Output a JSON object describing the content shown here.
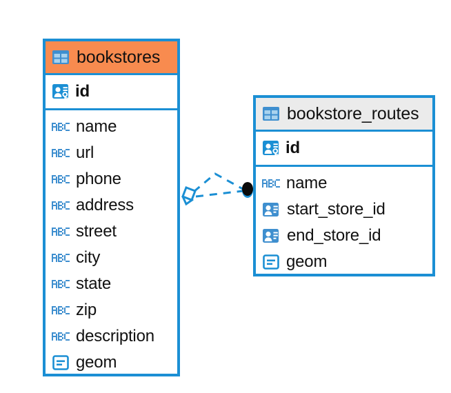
{
  "diagram": {
    "type": "entity-relationship-diagram",
    "background": "#ffffff",
    "accent_color": "#1b8fd4",
    "selected_header_color": "#f88b4f",
    "header_color": "#ebebeb",
    "text_color": "#111111"
  },
  "tables": [
    {
      "name": "bookstores",
      "selected": true,
      "table_icon": "table-icon",
      "primary_key": {
        "label": "id",
        "icon": "primary-key-icon"
      },
      "fields": [
        {
          "label": "name",
          "icon": "text-type-icon"
        },
        {
          "label": "url",
          "icon": "text-type-icon"
        },
        {
          "label": "phone",
          "icon": "text-type-icon"
        },
        {
          "label": "address",
          "icon": "text-type-icon"
        },
        {
          "label": "street",
          "icon": "text-type-icon"
        },
        {
          "label": "city",
          "icon": "text-type-icon"
        },
        {
          "label": "state",
          "icon": "text-type-icon"
        },
        {
          "label": "zip",
          "icon": "text-type-icon"
        },
        {
          "label": "description",
          "icon": "text-type-icon"
        },
        {
          "label": "geom",
          "icon": "geometry-type-icon"
        }
      ]
    },
    {
      "name": "bookstore_routes",
      "selected": false,
      "table_icon": "table-icon",
      "primary_key": {
        "label": "id",
        "icon": "primary-key-icon"
      },
      "fields": [
        {
          "label": "name",
          "icon": "text-type-icon"
        },
        {
          "label": "start_store_id",
          "icon": "foreign-key-icon"
        },
        {
          "label": "end_store_id",
          "icon": "foreign-key-icon"
        },
        {
          "label": "geom",
          "icon": "geometry-type-icon"
        }
      ]
    }
  ],
  "relationships": [
    {
      "from_table": "bookstores",
      "from_field": "id",
      "to_table": "bookstore_routes",
      "to_field": "start_store_id",
      "line_style": "dashed",
      "line_color": "#1b8fd4",
      "from_marker": "diamond-marker",
      "to_marker": "filled-circle-marker"
    },
    {
      "from_table": "bookstores",
      "from_field": "id",
      "to_table": "bookstore_routes",
      "to_field": "end_store_id",
      "line_style": "dashed",
      "line_color": "#1b8fd4",
      "from_marker": "diamond-marker",
      "to_marker": "filled-circle-marker"
    }
  ]
}
